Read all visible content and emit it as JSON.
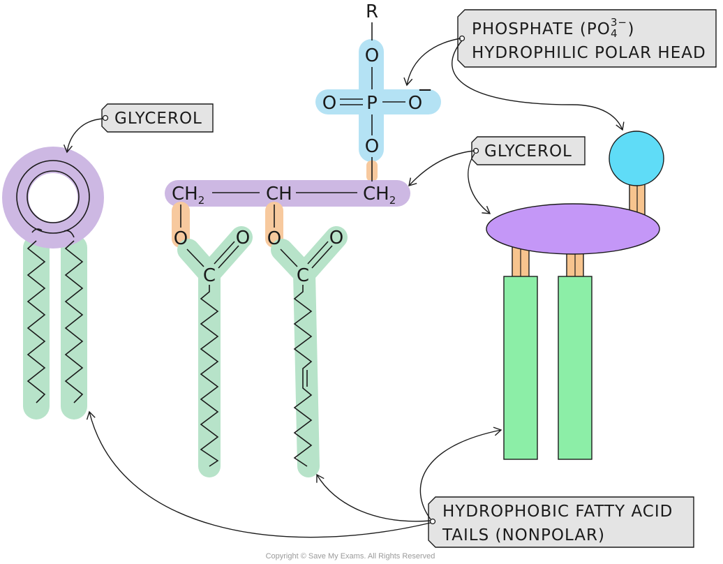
{
  "colors": {
    "glycerol": "#cdb8e3",
    "phosphate": "#b4e2f4",
    "ester_link": "#f7c99e",
    "fatty_acid": "#b7e3c9",
    "model_head": "#5fdcf7",
    "model_glycerol": "#c497f7",
    "model_tail": "#8ceea7",
    "model_link": "#f7c48e",
    "label_box": "#e4e4e4"
  },
  "labels": {
    "phosphate_line1": "PHOSPHATE (PO",
    "phosphate_sub": "4",
    "phosphate_sup": "3−",
    "phosphate_close": ")",
    "phosphate_line2": "HYDROPHILIC POLAR HEAD",
    "glycerol_left": "GLYCEROL",
    "glycerol_right": "GLYCEROL",
    "tails_line1": "HYDROPHOBIC FATTY ACID",
    "tails_line2": "TAILS (NONPOLAR)"
  },
  "molecule": {
    "r_group": "R",
    "phosphate_o_top": "O",
    "phosphate_o_left": "O",
    "phosphate_p": "P",
    "phosphate_o_right": "O",
    "phosphate_charge": "−",
    "phosphate_o_bottom": "O",
    "ch2_left": "CH",
    "ch2_left_sub": "2",
    "ch_middle": "CH",
    "ch2_right": "CH",
    "ch2_right_sub": "2",
    "ester_o_left": "O",
    "ester_o_middle": "O",
    "carbonyl_o_left": "O",
    "carbonyl_o_middle": "O",
    "carbon_left": "C",
    "carbon_middle": "C"
  },
  "copyright": "Copyright © Save My Exams. All Rights Reserved"
}
